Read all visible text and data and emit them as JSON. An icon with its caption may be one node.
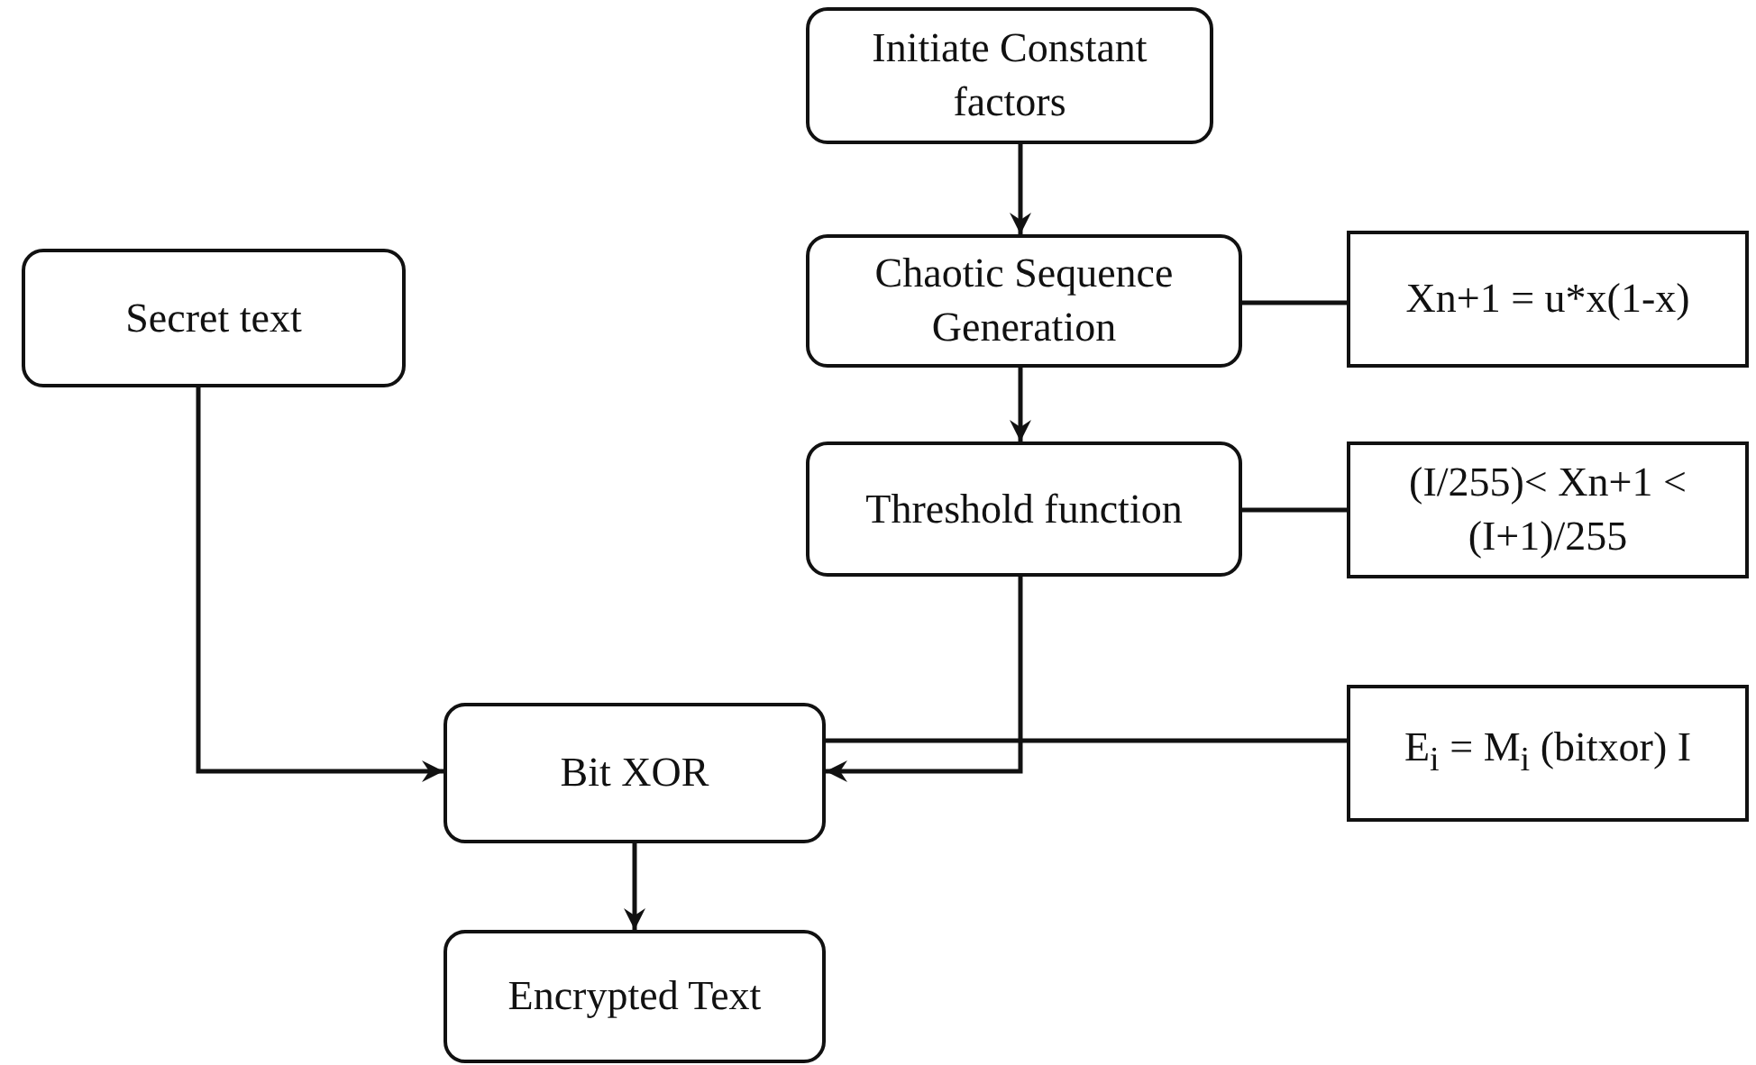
{
  "diagram": {
    "nodes": [
      {
        "text": [
          "Initiate Constant factors"
        ]
      },
      {
        "text": [
          "Chaotic Sequence Generation"
        ]
      },
      {
        "text": [
          "Xn+1 = u*x(1-x)"
        ]
      },
      {
        "text": [
          "Secret text"
        ]
      },
      {
        "text": [
          "Threshold function"
        ]
      },
      {
        "text": [
          "(I/255)< Xn+1 < (I+1)/255"
        ]
      },
      {
        "text": [
          "Bit XOR"
        ]
      },
      {
        "text": [
          "E$_{i}$ = M$_{i}$ (bitxor) I"
        ]
      },
      {
        "text": [
          "Encrypted Text"
        ]
      }
    ],
    "edges": [
      {
        "from": 0,
        "to": 1,
        "arrow": "to"
      },
      {
        "from": 1,
        "to": 2,
        "arrow": "none"
      },
      {
        "from": 1,
        "to": 4,
        "arrow": "to"
      },
      {
        "from": 4,
        "to": 5,
        "arrow": "none"
      },
      {
        "from": 3,
        "to": 6,
        "arrow": "to"
      },
      {
        "from": 4,
        "to": 6,
        "arrow": "to"
      },
      {
        "from": 7,
        "to": 6,
        "arrow": "none"
      },
      {
        "from": 6,
        "to": 8,
        "arrow": "to"
      }
    ]
  }
}
